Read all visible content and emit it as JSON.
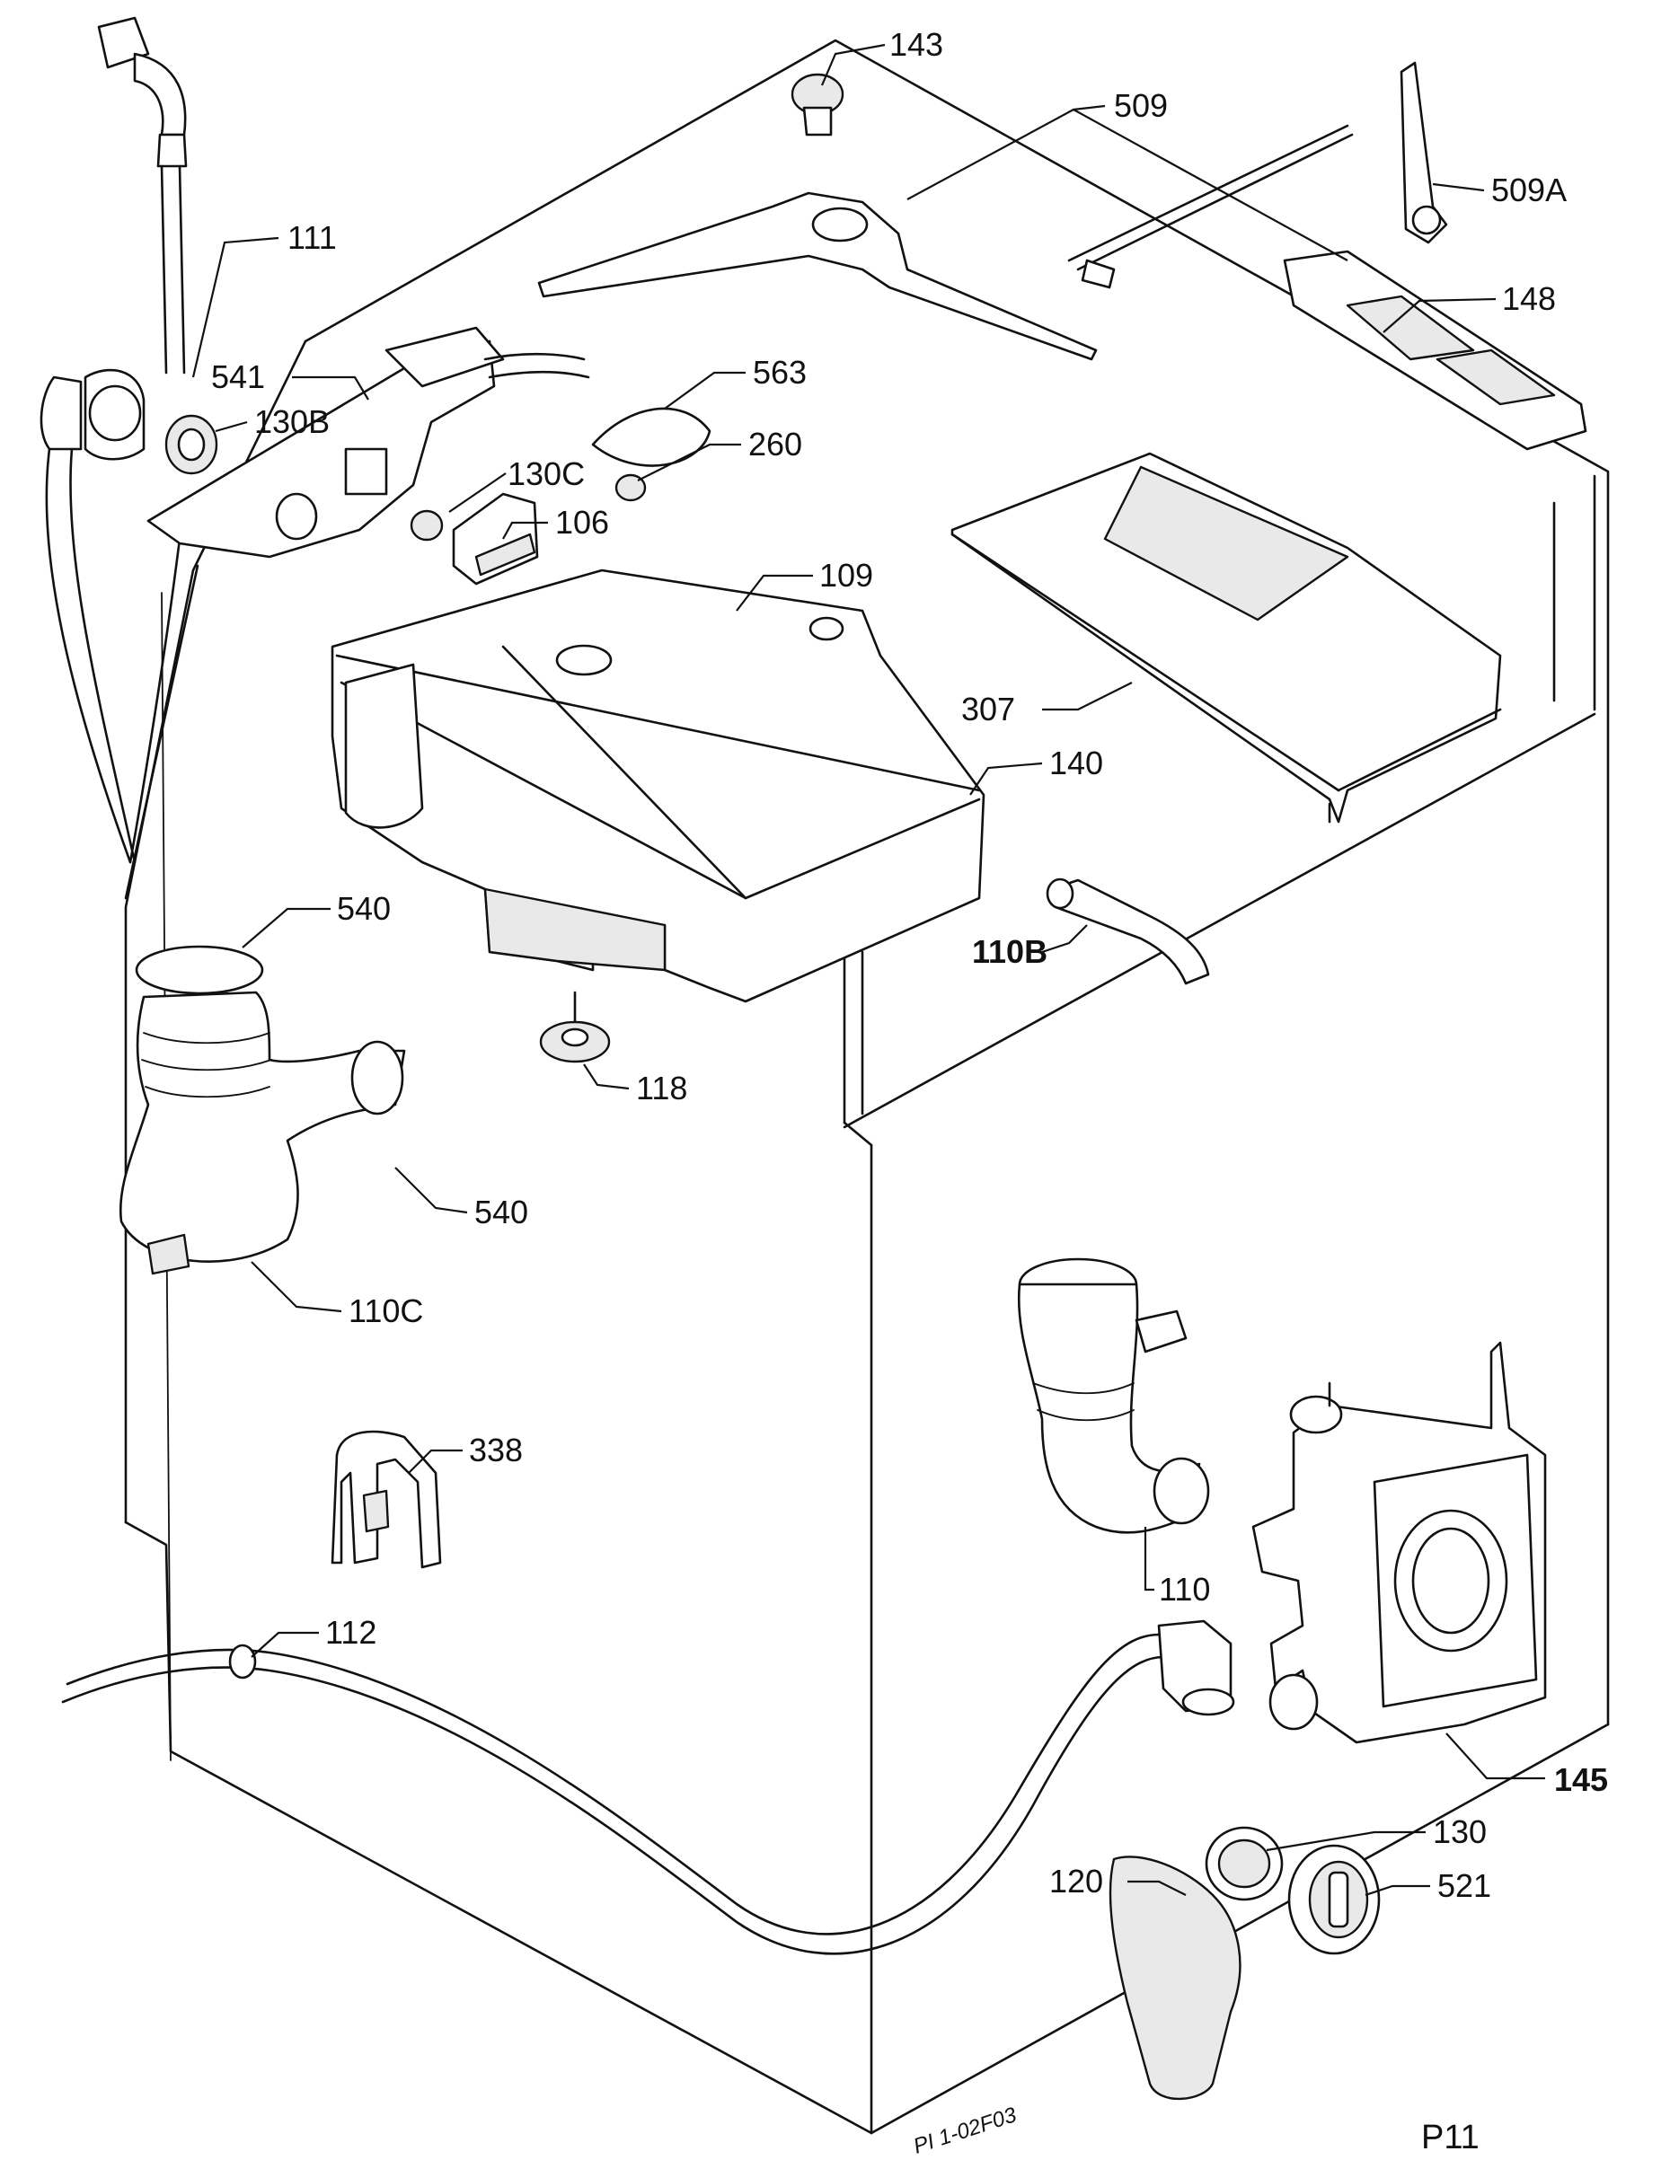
{
  "labels": {
    "p143": "143",
    "p509": "509",
    "p509a": "509A",
    "p111": "111",
    "p148": "148",
    "p541": "541",
    "p130b": "130B",
    "p563": "563",
    "p260": "260",
    "p130c": "130C",
    "p106": "106",
    "p109": "109",
    "p307": "307",
    "p140": "140",
    "p540a": "540",
    "p110b": "110B",
    "p118": "118",
    "p540b": "540",
    "p110c": "110C",
    "p338": "338",
    "p110": "110",
    "p112": "112",
    "p145": "145",
    "p130": "130",
    "p120": "120",
    "p521": "521"
  },
  "drawing_ref": "PI 1-02F03",
  "page_code": "P11"
}
